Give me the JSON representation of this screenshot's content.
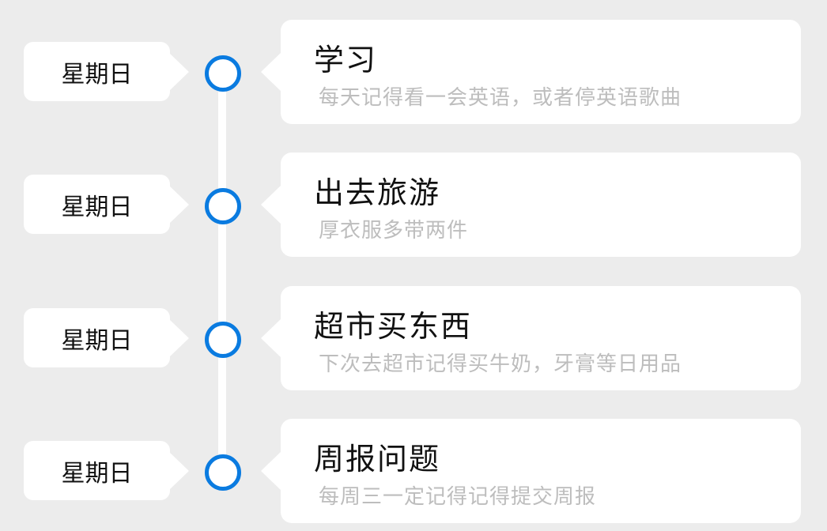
{
  "accent_color": "#0a7be0",
  "items": [
    {
      "date": "星期日",
      "title": "学习",
      "subtitle": "每天记得看一会英语，或者停英语歌曲"
    },
    {
      "date": "星期日",
      "title": "出去旅游",
      "subtitle": "厚衣服多带两件"
    },
    {
      "date": "星期日",
      "title": "超市买东西",
      "subtitle": "下次去超市记得买牛奶，牙膏等日用品"
    },
    {
      "date": "星期日",
      "title": "周报问题",
      "subtitle": "每周三一定记得记得提交周报"
    }
  ]
}
